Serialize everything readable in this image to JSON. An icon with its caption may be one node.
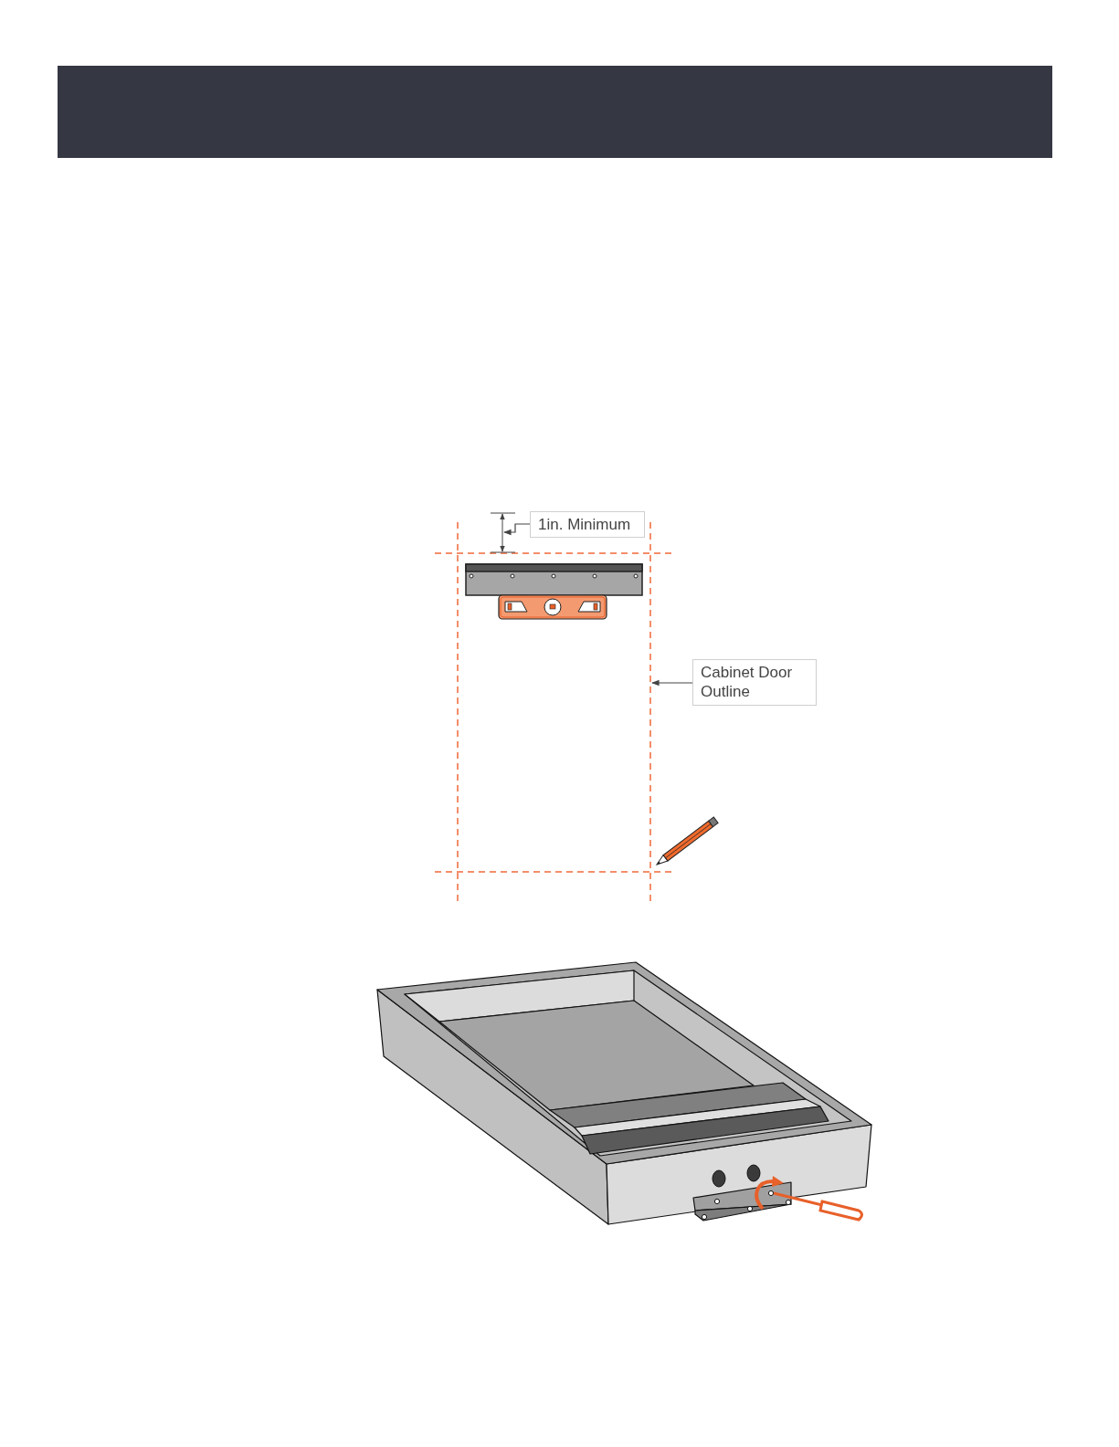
{
  "diagram": {
    "nodes": [
      {
        "text": [
          "1in. Minimum"
        ]
      },
      {
        "text": [
          "Cabinet Door Outline"
        ]
      },
      {
        "text": [],
        "shape": "box"
      },
      {
        "text": [],
        "shape": "line"
      }
    ],
    "edges": [
      {
        "from": 0,
        "to": 3,
        "arrow": "to"
      },
      {
        "from": 1,
        "to": 2,
        "arrow": "to"
      }
    ]
  }
}
